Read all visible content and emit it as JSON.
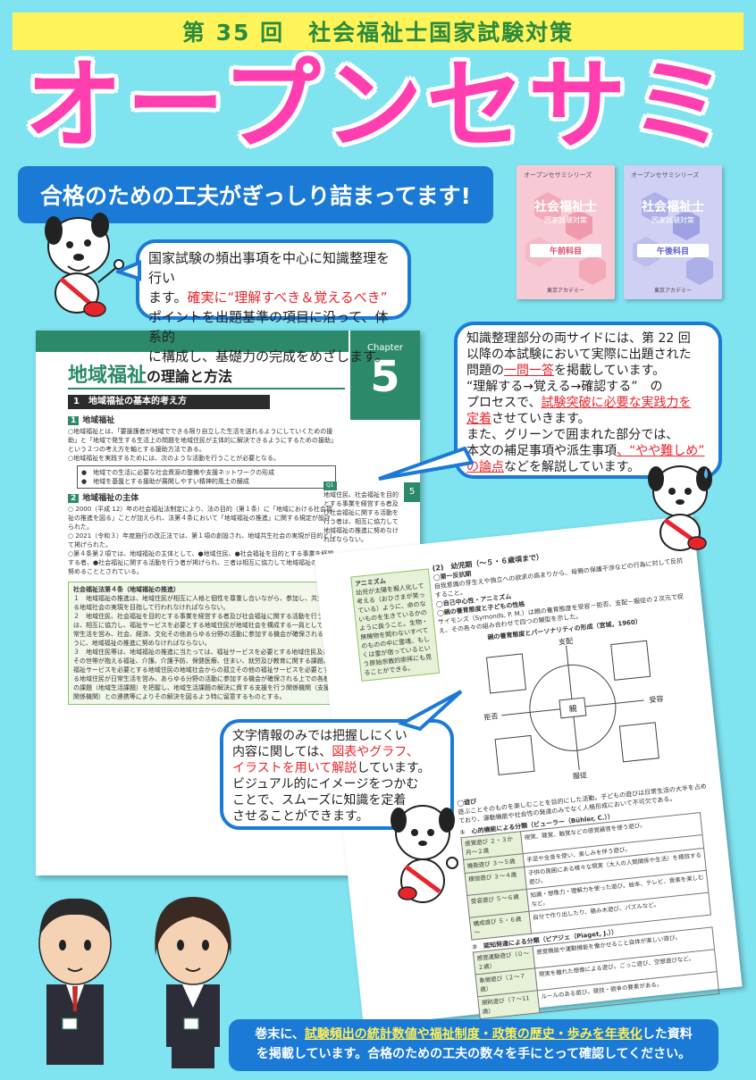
{
  "header": {
    "banner": "第 35 回　社会福祉士国家試験対策",
    "title": "オープンセサミ",
    "tagline": "合格のための工夫がぎっしり詰まってます!"
  },
  "books": [
    {
      "series": "オープンセサミシリーズ",
      "title": "社会福祉士",
      "subtitle": "国家試験対策",
      "subject": "午前科目",
      "publisher": "東京アカデミー",
      "color": "#f28aa0"
    },
    {
      "series": "オープンセサミシリーズ",
      "title": "社会福祉士",
      "subtitle": "国家試験対策",
      "subject": "午後科目",
      "publisher": "東京アカデミー",
      "color": "#8c8fe0"
    }
  ],
  "bubble1": {
    "l1": "国家試験の頻出事項を中心に知識整理を行い",
    "l2a": "ます。",
    "l2b": "確実に“理解すべき＆覚えるべき”",
    "l3": "ポイントを出題基準の項目に沿って、体系的",
    "l4": "に構成し、基礎力の完成をめざします。"
  },
  "bubble2": {
    "l1": "知識整理部分の両サイドには、第 22 回",
    "l2": "以降の本試験において実際に出題された",
    "l3a": "問題の",
    "l3b": "一問一答",
    "l3c": "を掲載しています。",
    "l4": "“理解する→覚える→確認する”　の",
    "l5a": "プロセスで、",
    "l5b": "試験突破に必要な実践力を",
    "l6a": "定着",
    "l6b": "させていきます。",
    "l7": "また、グリーンで囲まれた部分では、",
    "l8a": "本文の補足事項や派生事項",
    "l8b": "、“やや難しめ”",
    "l9a": "の論点",
    "l9b": "などを解説しています。"
  },
  "bubble3": {
    "l1": "文字情報のみでは把握しにくい",
    "l2a": "内容に関しては、",
    "l2b": "図表やグラフ、",
    "l3a": "イラストを用いて解説",
    "l3b": "しています。",
    "l4": "ビジュアル的にイメージをつかむ",
    "l5": "ことで、スムーズに知識を定着",
    "l6": "させることができます。"
  },
  "bottom": {
    "l1a": "巻末に、",
    "l1b": "試験頻出の統計数値や福祉制度・政策の歴史・歩みを年表化",
    "l1c": "した資料",
    "l2": "を掲載しています。合格のための工夫の数々を手にとって確認してください。"
  },
  "page1": {
    "chapter_word": "Chapter",
    "chapter_num": "5",
    "title_a": "地域福祉",
    "title_b": "の理論と方法",
    "section": "1　地域福祉の基本的考え方",
    "sub1_num": "1",
    "sub1": "地域福祉",
    "p1": "○地域福祉とは、「要援護者が地域でできる限り自立した生活を送れるようにしていくための援助」と「地域で発生する生活上の問題を地域住民が主体的に解決できるようにするための援助」という２つの考え方を軸とする援助方法である。",
    "p2": "○地域福祉を実践するためには、次のような活動を行うことが必要となる。",
    "box1": "●　地域での生活に必要な社会資源の整備や支援ネットワークの形成",
    "box2": "●　地域を基盤とする援助が展開しやすい精神的風土の醸成",
    "sub2_num": "2",
    "sub2": "地域福祉の主体",
    "p3": "○ 2000（平成 12）年の社会福祉法制定により、法の目的（第１条）に「地域における社会福祉の推進を図る」ことが加えられ、法第４条において「地域福祉の推進」に関する規定が設けられた。",
    "p4": "○ 2021（令和３）年度施行の改正法では、第１項の創設され、地域共生社会の実現が目的として掲げられた。",
    "p5": "○第４条第２項では、地域福祉の主体として、●地域住民、●社会福祉を目的とする事業を経営する者、●社会福祉に関する活動を行う者が掲げられ、三者は相互に協力して地域福祉の推進に努めることとされている。",
    "green_title": "社会福祉法第４条（地域福祉の推進）",
    "g1": "１　地域福祉の推進は、地域住民が相互に人格と個性を尊重し合いながら、参加し、共生する地域社会の実現を目指して行われなければならない。",
    "g2": "２　地域住民、社会福祉を目的とする事業を経営する者及び社会福祉に関する活動を行う者は、相互に協力し、福祉サービスを必要とする地域住民が地域社会を構成する一員として日常生活を営み、社会、経済、文化その他あらゆる分野の活動に参加する機会が確保されるように、地域福祉の推進に努めなければならない。",
    "g3": "３　地域住民等は、地域福祉の推進に当たっては、福祉サービスを必要とする地域住民及びその世帯が抱える福祉、介護、介護予防、保健医療、住まい、就労及び教育に関する課題、福祉サービスを必要とする地域住民の地域社会からの孤立その他の福祉サービスを必要とする地域住民が日常生活を営み、あらゆる分野の活動に参加する機会が確保される上での各般の課題（地域生活課題）を把握し、地域生活課題の解決に資する支援を行う関係機関（支援関係機関）との連携等によりその解決を図るよう特に留意するものとする。",
    "q1": "地域住民、社会福祉を目的とする事業を経営する者及び社会福祉に関する活動を行う者は、相互に協力して地域福祉の推進に努めなければならない。",
    "side_tab": "5"
  },
  "page2": {
    "aside_title": "アニミズム",
    "aside_text": "幼児が太陽を擬人化して考える（おひさまが笑っている）ように、命のないものを生きているかのように扱うこと。生物・無機物を問わないすべてのものの中に霊魂、もしくは霊が宿っているという原始宗教的崇拝にも見ることができる。",
    "h1": "(2)　幼児期（～５・６歳頃まで）",
    "b1": "◯第一反抗期",
    "t1": "自我意識の芽生えや独立への欲求の高まりから、母親の保護干渉などの行為に対して反抗すること。",
    "b2": "◯自己中心性・アニミズム",
    "b3": "◯親の養育態度と子どもの性格",
    "t3": "サイモンズ（Symonds, P. M.）は親の養育態度を受容－拒否、支配－服従の２次元で捉え、その各々の組み合わせで四つの類型を示した。",
    "fig_title": "親の養育態度とパーソナリティの形成（宮城，1960）",
    "d_top": "支配",
    "d_bottom": "服従",
    "d_left": "拒否",
    "d_right": "受容",
    "d_center": "親",
    "play_title": "◯遊び",
    "play_text": "遊ぶことそのものを楽しむことを目的にした活動。子どもの遊びは日常生活の大半を占めており、運動機能や社会性の発達のみでなく人格形成において不可欠である。",
    "tab1_title": "①　心的機能による分類（ビューラー（Bühler, C.））",
    "tab1": [
      [
        "感覚遊び ２・３か月～２歳",
        "視覚、聴覚、触覚などの感覚器官を使う遊び。"
      ],
      [
        "機能遊び ３～５歳",
        "手足や全身を使い、楽しみを伴う遊び。"
      ],
      [
        "模倣遊び ３～４歳",
        "子供の周囲にある様々な現実（大人の人間関係や生活）を模倣する遊び。"
      ],
      [
        "受容遊び ５～６歳",
        "知識・想像力・理解力を使った遊び。絵本、テレビ、音楽を楽しむなど。"
      ],
      [
        "構成遊び ５・６歳～",
        "自分で作り出したり、積み木遊び、パズルなど。"
      ]
    ],
    "tab2_title": "②　認知発達による分類（ピアジェ（Piaget, J.））",
    "tab2": [
      [
        "感覚運動遊び（０～２歳）",
        "感覚機能や運動機能を働かせること自体が楽しい遊び。"
      ],
      [
        "象徴遊び（２～７歳）",
        "現実を離れた想像による遊び。ごっこ遊び、空想遊びなど。"
      ],
      [
        "規則遊び（７～11歳）",
        "ルールのある遊び。競技・競争の要素がある。"
      ]
    ]
  }
}
